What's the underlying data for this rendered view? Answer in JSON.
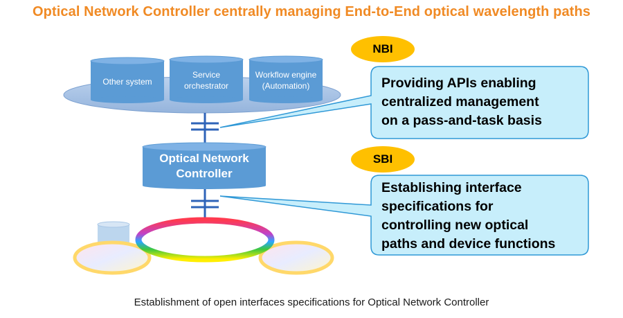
{
  "title": "Optical Network Controller centrally managing End-to-End optical wavelength paths",
  "systems": {
    "other_system": "Other system",
    "service_orchestrator": [
      "Service",
      "orchestrator"
    ],
    "workflow_engine": [
      "Workflow engine",
      "(Automation)"
    ]
  },
  "controller": [
    "Optical Network",
    "Controller"
  ],
  "nbi": {
    "tag": "NBI",
    "lines": [
      "Providing APIs enabling",
      "centralized management",
      "on a pass-and-task basis"
    ]
  },
  "sbi": {
    "tag": "SBI",
    "lines": [
      "Establishing interface",
      "specifications for",
      "controlling new optical",
      "paths and device functions"
    ]
  },
  "caption": "Establishment of open interfaces specifications for Optical Network Controller",
  "colors": {
    "title": "#f08a24",
    "cylinder": "#5b9bd5",
    "platform": "#aac4e6",
    "callout_fill": "#c7eefb",
    "callout_stroke": "#2f98d6",
    "tag_fill": "#ffc000"
  }
}
